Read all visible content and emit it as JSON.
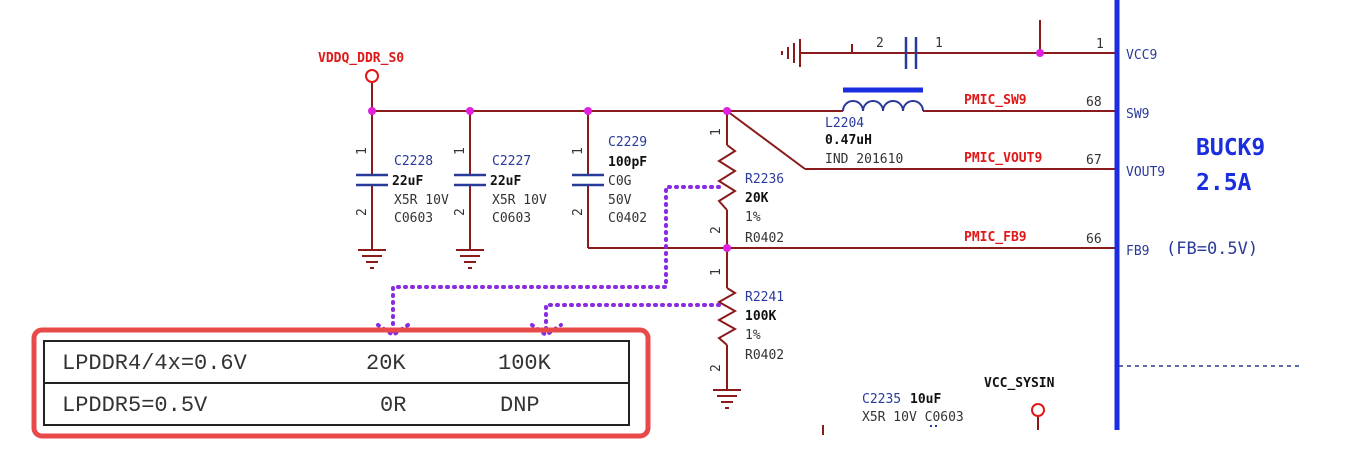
{
  "net_labels": {
    "vddq": "VDDQ_DDR_S0",
    "pmic_sw9": "PMIC_SW9",
    "pmic_vout9": "PMIC_VOUT9",
    "pmic_fb9": "PMIC_FB9",
    "vcc_sysin": "VCC_SYSIN"
  },
  "pins": {
    "vcc9_num": "1",
    "vcc9_name": "VCC9",
    "sw9_num": "68",
    "sw9_name": "SW9",
    "vout9_num": "67",
    "vout9_name": "VOUT9",
    "fb9_num": "66",
    "fb9_name": "FB9",
    "fb_note": "(FB=0.5V)"
  },
  "buck": {
    "title": "BUCK9",
    "rating": "2.5A"
  },
  "inductor": {
    "ref": "L2204",
    "value": "0.47uH",
    "package": "IND 201610"
  },
  "top_cap": {
    "pin2": "2",
    "pin1": "1"
  },
  "capacitors": [
    {
      "ref": "C2228",
      "value": "22uF",
      "spec": "X5R 10V",
      "package": "C0603",
      "pin1": "1",
      "pin2": "2"
    },
    {
      "ref": "C2227",
      "value": "22uF",
      "spec": "X5R 10V",
      "package": "C0603",
      "pin1": "1",
      "pin2": "2"
    },
    {
      "ref": "C2229",
      "value": "100pF",
      "spec": "C0G",
      "voltage": "50V",
      "package": "C0402",
      "pin1": "1",
      "pin2": "2"
    }
  ],
  "resistors": [
    {
      "ref": "R2236",
      "value": "20K",
      "tolerance": "1%",
      "package": "R0402",
      "pin1": "1",
      "pin2": "2"
    },
    {
      "ref": "R2241",
      "value": "100K",
      "tolerance": "1%",
      "package": "R0402",
      "pin1": "1",
      "pin2": "2"
    }
  ],
  "c2235": {
    "ref": "C2235",
    "value": "10uF",
    "spec": "X5R 10V C0603"
  },
  "table": {
    "rows": [
      {
        "mode": "LPDDR4/4x=0.6V",
        "r_top": "20K",
        "r_bottom": "100K"
      },
      {
        "mode": "LPDDR5=0.5V",
        "r_top": "0R",
        "r_bottom": "DNP"
      }
    ]
  },
  "colors": {
    "wire": "#8b1a1a",
    "net_label": "#e01818",
    "junction": "#e020e0",
    "ref_text": "#2a3a9a",
    "bus": "#1a2ee0",
    "annotation": "#8a2be2",
    "highlight": "#e84a4a"
  }
}
